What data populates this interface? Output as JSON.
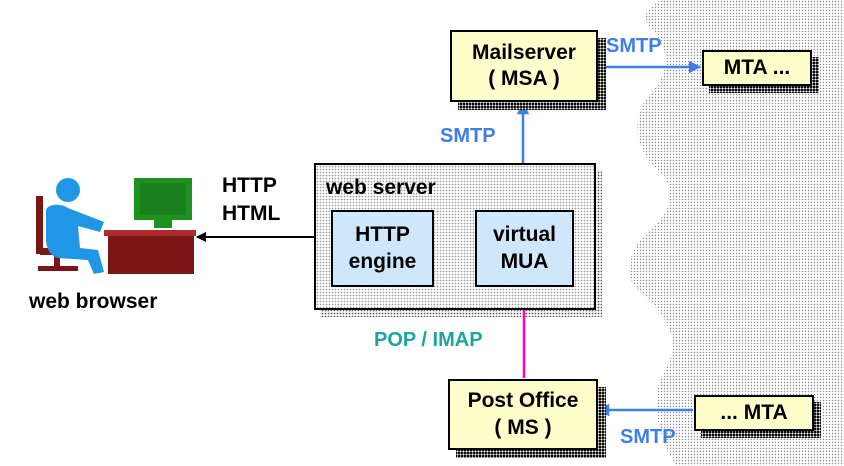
{
  "colors": {
    "smtp_arrow": "#3d7fe6",
    "pop_imap_arrow": "#ff00cc",
    "pop_imap_text": "#1ea3a3",
    "box_yellow": "#ffffcc",
    "box_blue": "#cfe7fb",
    "monitor_green": "#1e9120",
    "person_blue": "#1f96e6",
    "desk_brown": "#7a1616"
  },
  "labels": {
    "web_browser": "web browser",
    "http": "HTTP",
    "html": "HTML",
    "web_server": "web server",
    "smtp_top": "SMTP",
    "smtp_vertical": "SMTP",
    "pop_imap": "POP / IMAP",
    "smtp_bottom": "SMTP"
  },
  "boxes": {
    "mailserver_line1": "Mailserver",
    "mailserver_line2": "( MSA )",
    "mta_outbound": "MTA ...",
    "http_engine_line1": "HTTP",
    "http_engine_line2": "engine",
    "virtual_mua_line1": "virtual",
    "virtual_mua_line2": "MUA",
    "post_office_line1": "Post Office",
    "post_office_line2": "( MS )",
    "mta_inbound": "... MTA"
  },
  "icons": [
    "computer-user-icon",
    "monitor-icon",
    "desk-icon",
    "chair-icon",
    "internet-cloud"
  ]
}
